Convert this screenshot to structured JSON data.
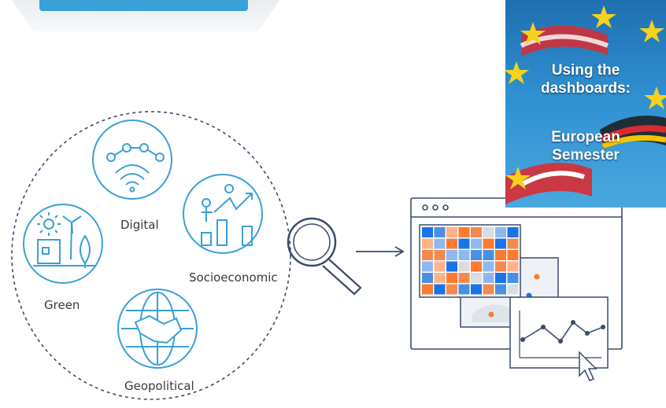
{
  "labels": {
    "digital": "Digital",
    "green": "Green",
    "socioeconomic": "Socioeconomic",
    "geopolitical": "Geopolitical"
  },
  "cover": {
    "line1": "Using the",
    "line2": "dashboards:",
    "line3": "European",
    "line4": "Semester"
  },
  "colors": {
    "icon_stroke": "#3aa0d8",
    "accent_blue": "#1a73e8",
    "accent_orange": "#ff7a2f"
  }
}
